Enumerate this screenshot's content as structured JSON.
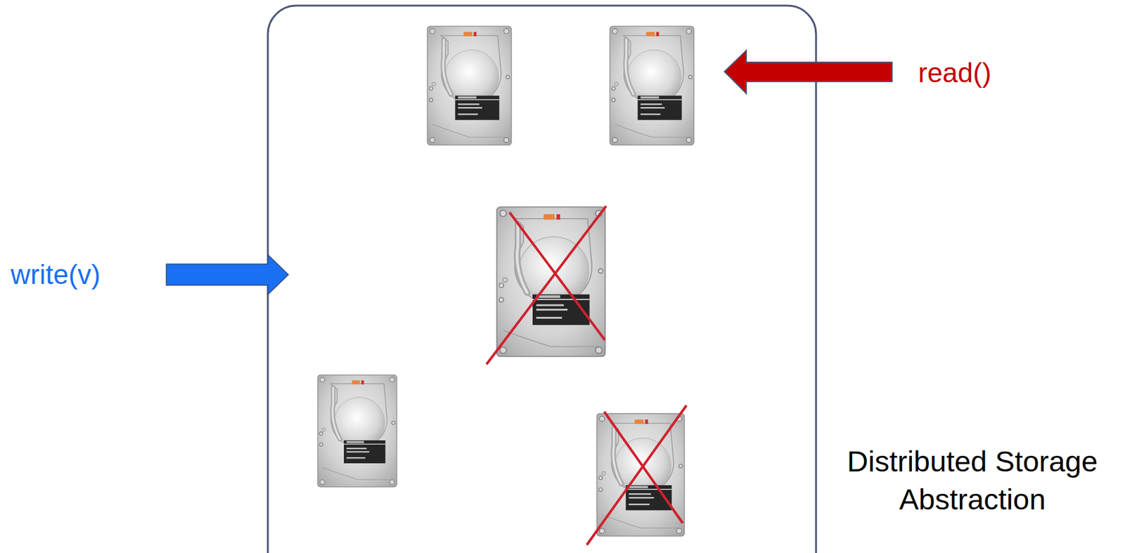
{
  "diagram": {
    "labels": [
      "write(v)",
      "read()",
      "Distributed Storage Abstraction"
    ]
  }
}
